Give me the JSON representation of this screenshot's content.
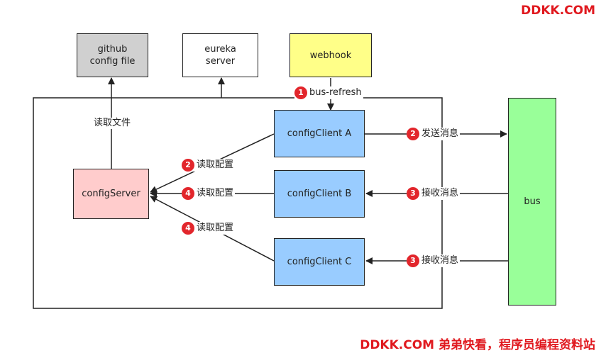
{
  "watermark_top": "DDKK.COM",
  "watermark_bottom": "DDKK.COM 弟弟快看，程序员编程资料站",
  "nodes": {
    "github": "github\nconfig file",
    "eureka": "eureka\nserver",
    "webhook": "webhook",
    "config_server": "configServer",
    "client_a": "configClient A",
    "client_b": "configClient B",
    "client_c": "configClient C",
    "bus": "bus"
  },
  "edge_labels": {
    "read_file": "读取文件",
    "bus_refresh": {
      "num": "1",
      "text": "bus-refresh"
    },
    "send_msg": {
      "num": "2",
      "text": "发送消息"
    },
    "read_cfg_a": {
      "num": "2",
      "text": "读取配置"
    },
    "read_cfg_b": {
      "num": "4",
      "text": "读取配置"
    },
    "read_cfg_c": {
      "num": "4",
      "text": "读取配置"
    },
    "recv_msg_b": {
      "num": "3",
      "text": "接收消息"
    },
    "recv_msg_c": {
      "num": "3",
      "text": "接收消息"
    }
  },
  "colors": {
    "github": "#d0d0d0",
    "eureka": "#ffffff",
    "webhook": "#ffff88",
    "config_server": "#ffcccc",
    "client": "#99ccff",
    "bus": "#99ff99",
    "badge": "#e2262c"
  }
}
